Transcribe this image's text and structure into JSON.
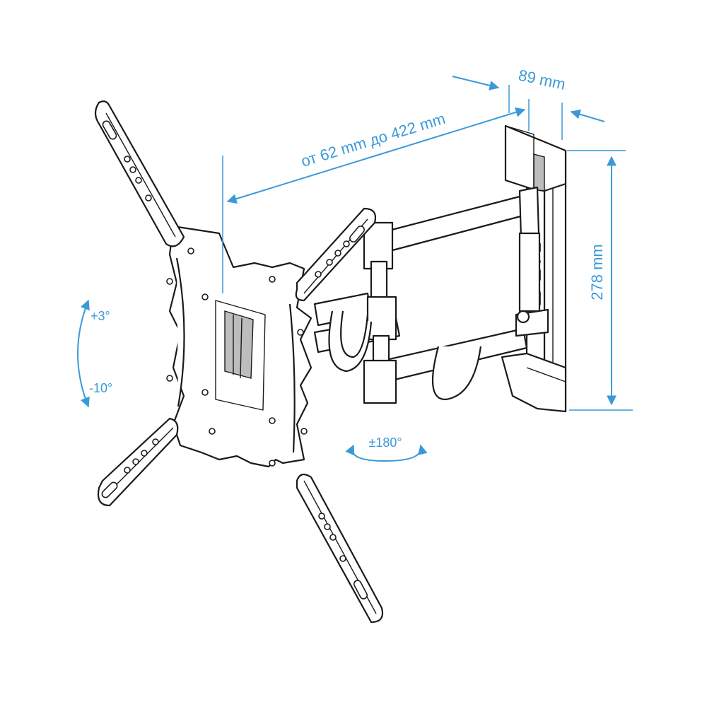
{
  "dimensions": {
    "depth": "89 mm",
    "extension": "от 62 mm до 422 mm",
    "height": "278 mm"
  },
  "adjustments": {
    "tilt_up": "+3°",
    "tilt_down": "-10°",
    "swivel": "±180°"
  },
  "colors": {
    "dimension": "#3a9ad9",
    "outline": "#1a1a1a"
  }
}
